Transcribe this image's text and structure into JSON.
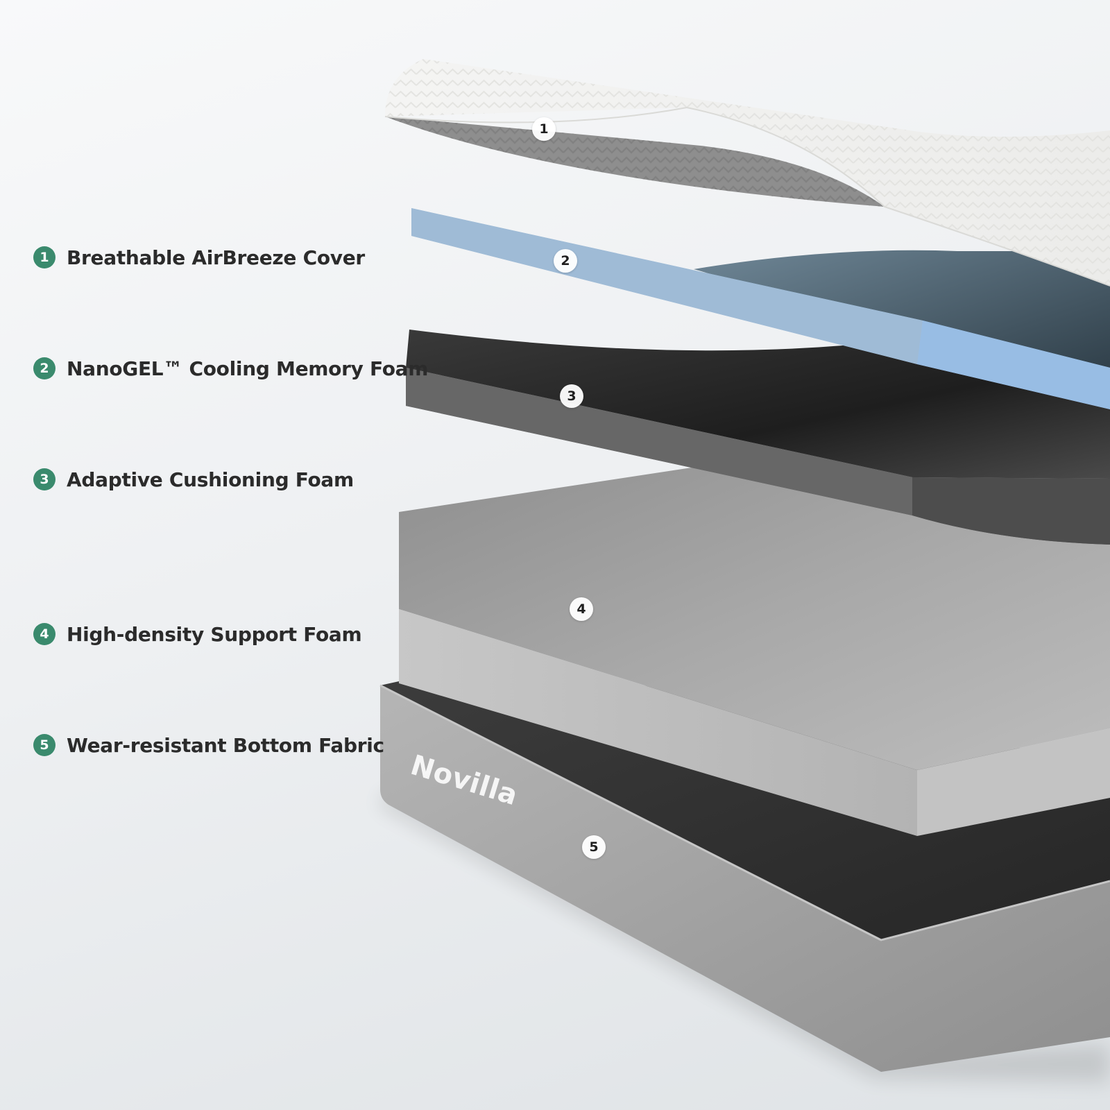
{
  "accent_color": "#3a8a6d",
  "legend": [
    {
      "number": "1",
      "label": "Breathable AirBreeze Cover"
    },
    {
      "number": "2",
      "label": "NanoGEL™ Cooling Memory Foam"
    },
    {
      "number": "3",
      "label": "Adaptive Cushioning Foam"
    },
    {
      "number": "4",
      "label": "High-density Support Foam"
    },
    {
      "number": "5",
      "label": "Wear-resistant Bottom Fabric"
    }
  ],
  "image_markers": [
    "1",
    "2",
    "3",
    "4",
    "5"
  ],
  "brand": {
    "logo_text": "Novilla"
  },
  "layer_colors": {
    "cover": "#f3f3f2",
    "cover_underside": "#9e9e9e",
    "gel_foam": "#a9c7e6",
    "cushion_foam": "#5e5e5e",
    "support_foam": "#b7b7b7",
    "base_top": "#333333",
    "base_side": "#a7a7a7"
  }
}
